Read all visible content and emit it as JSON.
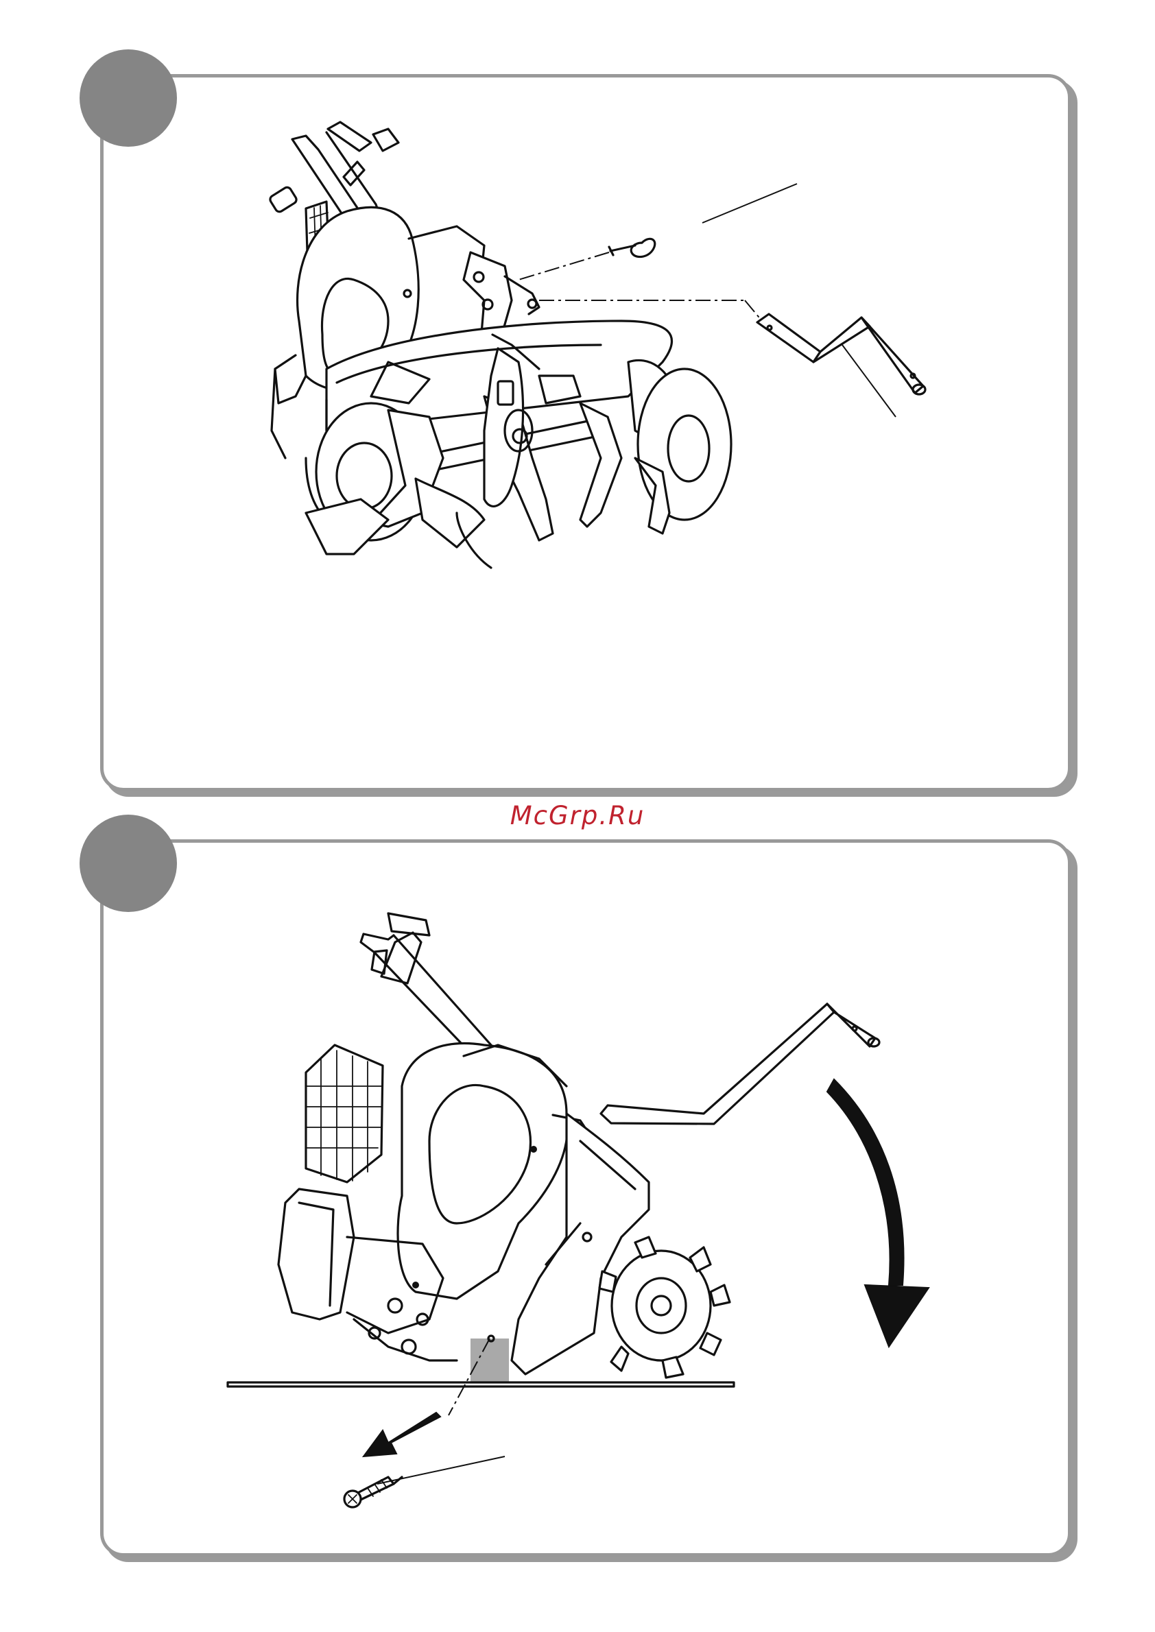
{
  "watermark": {
    "text": "McGrp.Ru",
    "color": "#c0222e"
  },
  "panels": [
    {
      "step_badge": "step-1",
      "illustration": "tiller-handle-assembly"
    },
    {
      "step_badge": "step-2",
      "illustration": "tiller-tilt-and-screw-removal"
    }
  ],
  "colors": {
    "badge": "#858585",
    "frame": "#999999",
    "line_art": "#111111",
    "background": "#ffffff"
  }
}
